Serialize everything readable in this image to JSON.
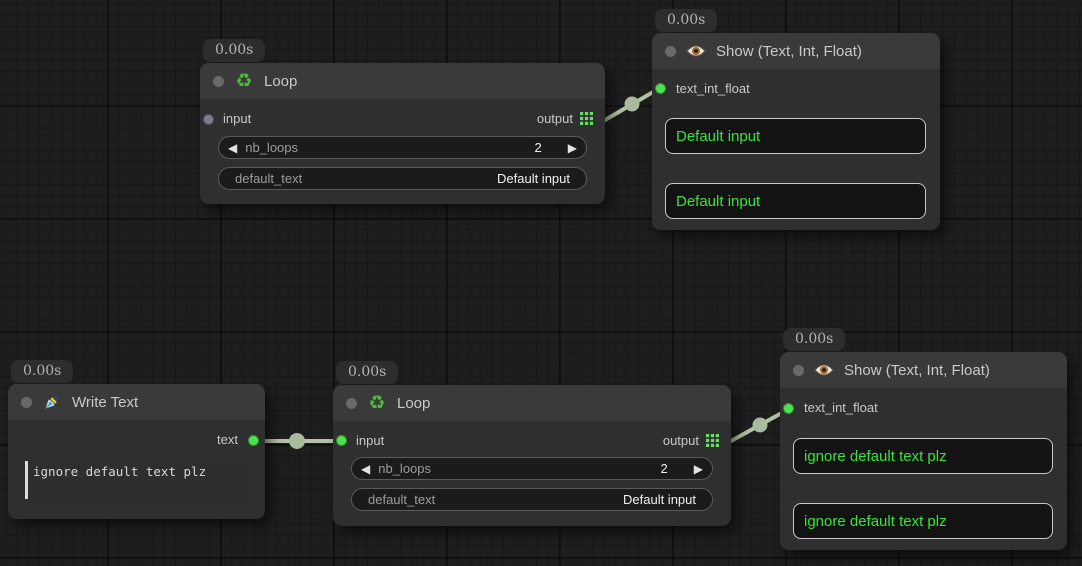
{
  "colors": {
    "canvas_bg": "#1e1e1e",
    "node_bg": "#2f2f2f",
    "title_bg": "#3a3a3a",
    "link": "#b4c2a6",
    "port_green": "#4de14d",
    "port_slate": "#7d7d95",
    "show_text_green": "#36e43a",
    "grid_output_icon": "#63e063",
    "recycle_icon_green": "#4fba42"
  },
  "nodes": [
    {
      "id": "loop-top",
      "badge": "0.00s",
      "title": "Loop",
      "icon": "recycle-icon",
      "inputs": [
        {
          "name": "input",
          "connected": false
        }
      ],
      "outputs": [
        {
          "name": "output",
          "style": "grid"
        }
      ],
      "widgets": [
        {
          "type": "number",
          "label": "nb_loops",
          "value": "2"
        },
        {
          "type": "text",
          "label": "default_text",
          "value": "Default input"
        }
      ]
    },
    {
      "id": "show-top",
      "badge": "0.00s",
      "title": "Show (Text, Int, Float)",
      "icon": "eye-icon",
      "inputs": [
        {
          "name": "text_int_float",
          "connected": true
        }
      ],
      "display_values": [
        "Default input",
        "Default input"
      ]
    },
    {
      "id": "write-text",
      "badge": "0.00s",
      "title": "Write Text",
      "icon": "pen-icon",
      "outputs": [
        {
          "name": "text",
          "connected": true
        }
      ],
      "widgets": [
        {
          "type": "textarea",
          "value": "ignore default text plz"
        }
      ]
    },
    {
      "id": "loop-bottom",
      "badge": "0.00s",
      "title": "Loop",
      "icon": "recycle-icon",
      "inputs": [
        {
          "name": "input",
          "connected": true
        }
      ],
      "outputs": [
        {
          "name": "output",
          "style": "grid"
        }
      ],
      "widgets": [
        {
          "type": "number",
          "label": "nb_loops",
          "value": "2"
        },
        {
          "type": "text",
          "label": "default_text",
          "value": "Default input"
        }
      ]
    },
    {
      "id": "show-bottom",
      "badge": "0.00s",
      "title": "Show (Text, Int, Float)",
      "icon": "eye-icon",
      "inputs": [
        {
          "name": "text_int_float",
          "connected": true
        }
      ],
      "display_values": [
        "ignore default text plz",
        "ignore default text plz"
      ]
    }
  ],
  "links": [
    {
      "from": "loop-top.output",
      "to": "show-top.text_int_float"
    },
    {
      "from": "write-text.text",
      "to": "loop-bottom.input"
    },
    {
      "from": "loop-bottom.output",
      "to": "show-bottom.text_int_float"
    }
  ]
}
